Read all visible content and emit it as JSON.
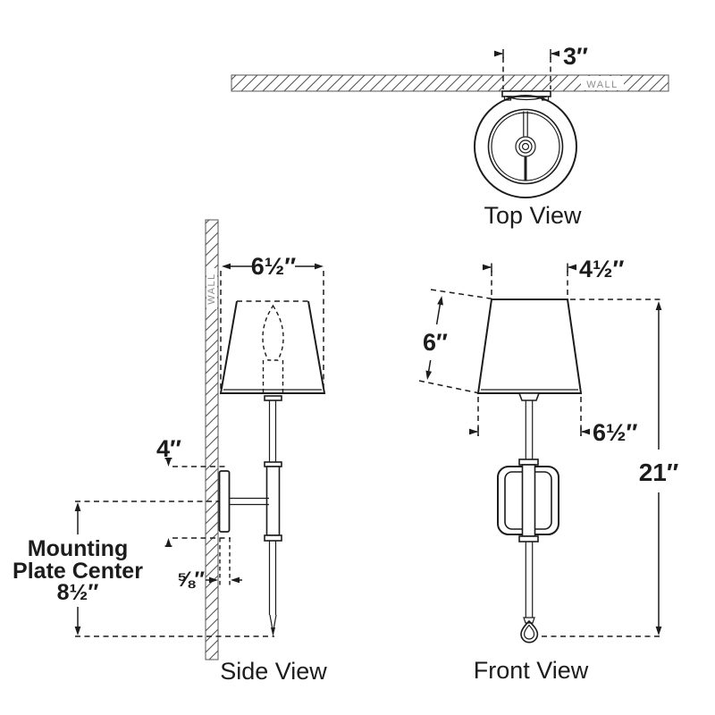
{
  "top_view": {
    "label": "Top View",
    "wall_label": "WALL",
    "dim_backplate_width": "3″"
  },
  "side_view": {
    "label": "Side View",
    "wall_label": "WALL",
    "dim_shade_width": "6½″",
    "dim_backplate_height": "4″",
    "dim_backplate_depth": "⅝″",
    "mounting": {
      "line1": "Mounting",
      "line2": "Plate Center",
      "line3": "8½″"
    }
  },
  "front_view": {
    "label": "Front View",
    "dim_shade_top_width": "4½″",
    "dim_shade_height": "6″",
    "dim_shade_bottom_width": "6½″",
    "dim_overall_height": "21″"
  },
  "colors": {
    "line": "#1c1c1c",
    "wall_text": "#8d8d8d",
    "background": "#ffffff"
  }
}
